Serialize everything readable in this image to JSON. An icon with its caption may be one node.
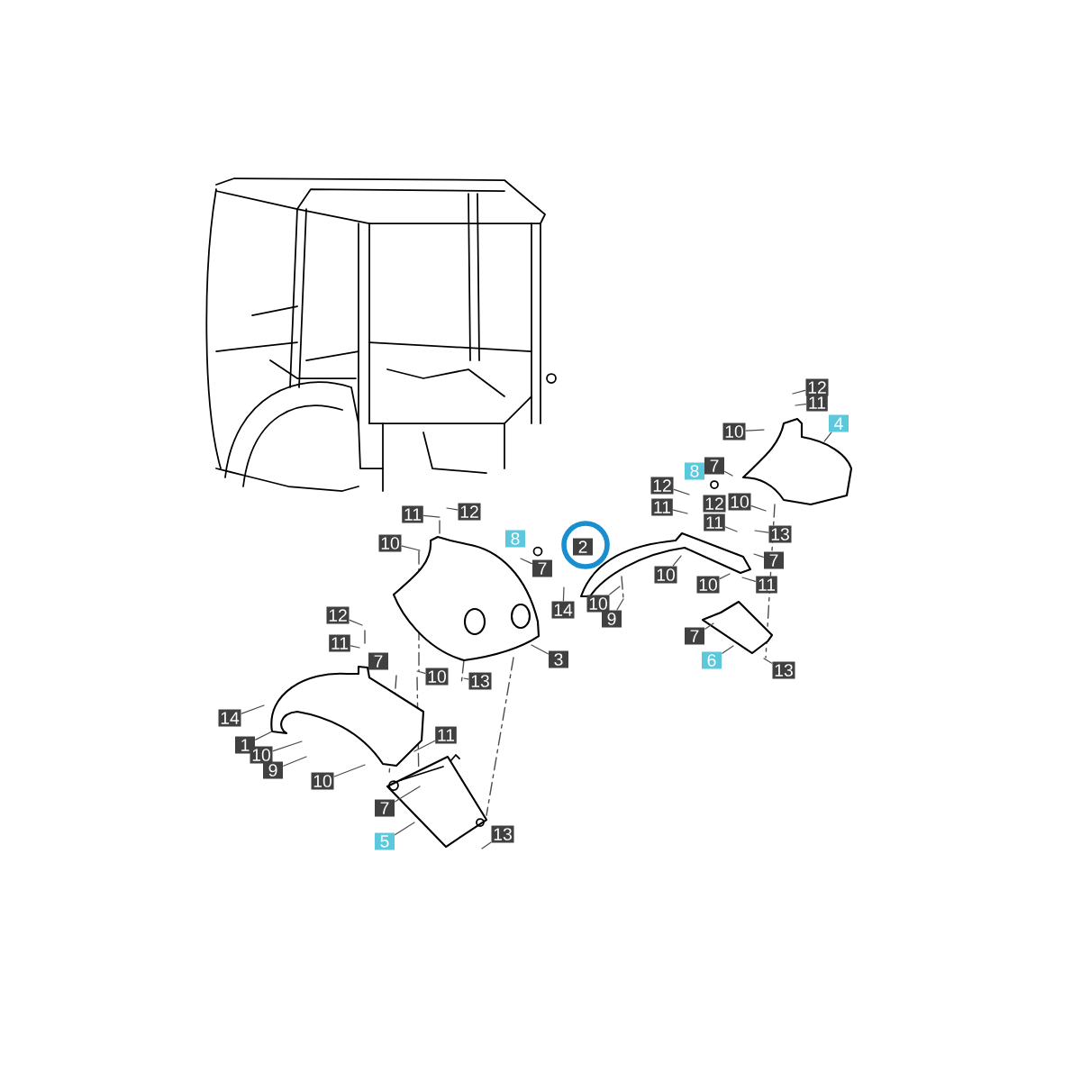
{
  "diagram": {
    "nodes": [
      {
        "text": [
          "12"
        ]
      },
      {
        "text": [
          "11"
        ]
      },
      {
        "text": [
          "10"
        ]
      },
      {
        "text": [
          "4"
        ]
      },
      {
        "text": [
          "8"
        ]
      },
      {
        "text": [
          "7"
        ]
      },
      {
        "text": [
          "12"
        ]
      },
      {
        "text": [
          "11"
        ]
      },
      {
        "text": [
          "12"
        ]
      },
      {
        "text": [
          "10"
        ]
      },
      {
        "text": [
          "11"
        ]
      },
      {
        "text": [
          "13"
        ]
      },
      {
        "text": [
          "2"
        ]
      },
      {
        "text": [
          "7"
        ]
      },
      {
        "text": [
          "10"
        ]
      },
      {
        "text": [
          "10"
        ]
      },
      {
        "text": [
          "11"
        ]
      },
      {
        "text": [
          "14"
        ]
      },
      {
        "text": [
          "10"
        ]
      },
      {
        "text": [
          "9"
        ]
      },
      {
        "text": [
          "7"
        ]
      },
      {
        "text": [
          "6"
        ]
      },
      {
        "text": [
          "13"
        ]
      },
      {
        "text": [
          "11"
        ]
      },
      {
        "text": [
          "12"
        ]
      },
      {
        "text": [
          "10"
        ]
      },
      {
        "text": [
          "8"
        ]
      },
      {
        "text": [
          "7"
        ]
      },
      {
        "text": [
          "3"
        ]
      },
      {
        "text": [
          "12"
        ]
      },
      {
        "text": [
          "11"
        ]
      },
      {
        "text": [
          "7"
        ]
      },
      {
        "text": [
          "10"
        ]
      },
      {
        "text": [
          "13"
        ]
      },
      {
        "text": [
          "14"
        ]
      },
      {
        "text": [
          "1"
        ]
      },
      {
        "text": [
          "10"
        ]
      },
      {
        "text": [
          "9"
        ]
      },
      {
        "text": [
          "10"
        ]
      },
      {
        "text": [
          "11"
        ]
      },
      {
        "text": [
          "7"
        ]
      },
      {
        "text": [
          "5"
        ]
      },
      {
        "text": [
          "13"
        ]
      }
    ],
    "edges": [
      {
        "from": 0,
        "to": null,
        "arrow": "none"
      },
      {
        "from": 1,
        "to": null,
        "arrow": "none"
      },
      {
        "from": 2,
        "to": null,
        "arrow": "none"
      },
      {
        "from": 3,
        "to": null,
        "arrow": "none"
      },
      {
        "from": 5,
        "to": null,
        "arrow": "none"
      },
      {
        "from": 6,
        "to": null,
        "arrow": "none"
      },
      {
        "from": 7,
        "to": null,
        "arrow": "none"
      },
      {
        "from": 9,
        "to": null,
        "arrow": "none"
      },
      {
        "from": 10,
        "to": null,
        "arrow": "none"
      },
      {
        "from": 11,
        "to": null,
        "arrow": "none"
      },
      {
        "from": 13,
        "to": null,
        "arrow": "none"
      },
      {
        "from": 14,
        "to": null,
        "arrow": "none"
      },
      {
        "from": 15,
        "to": null,
        "arrow": "none"
      },
      {
        "from": 16,
        "to": null,
        "arrow": "none"
      },
      {
        "from": 17,
        "to": null,
        "arrow": "none"
      },
      {
        "from": 18,
        "to": null,
        "arrow": "none"
      },
      {
        "from": 19,
        "to": null,
        "arrow": "none"
      },
      {
        "from": 20,
        "to": null,
        "arrow": "none"
      },
      {
        "from": 21,
        "to": null,
        "arrow": "none"
      },
      {
        "from": 22,
        "to": null,
        "arrow": "none"
      },
      {
        "from": 23,
        "to": null,
        "arrow": "none"
      },
      {
        "from": 24,
        "to": null,
        "arrow": "none"
      },
      {
        "from": 25,
        "to": null,
        "arrow": "none"
      },
      {
        "from": 27,
        "to": null,
        "arrow": "none"
      },
      {
        "from": 28,
        "to": null,
        "arrow": "none"
      },
      {
        "from": 29,
        "to": null,
        "arrow": "none"
      },
      {
        "from": 30,
        "to": null,
        "arrow": "none"
      },
      {
        "from": 32,
        "to": null,
        "arrow": "none"
      },
      {
        "from": 33,
        "to": null,
        "arrow": "none"
      },
      {
        "from": 34,
        "to": null,
        "arrow": "none"
      },
      {
        "from": 35,
        "to": null,
        "arrow": "none"
      },
      {
        "from": 36,
        "to": null,
        "arrow": "none"
      },
      {
        "from": 37,
        "to": null,
        "arrow": "none"
      },
      {
        "from": 38,
        "to": null,
        "arrow": "none"
      },
      {
        "from": 39,
        "to": null,
        "arrow": "none"
      },
      {
        "from": 40,
        "to": null,
        "arrow": "none"
      },
      {
        "from": 41,
        "to": null,
        "arrow": "none"
      },
      {
        "from": 42,
        "to": null,
        "arrow": "none"
      }
    ]
  }
}
